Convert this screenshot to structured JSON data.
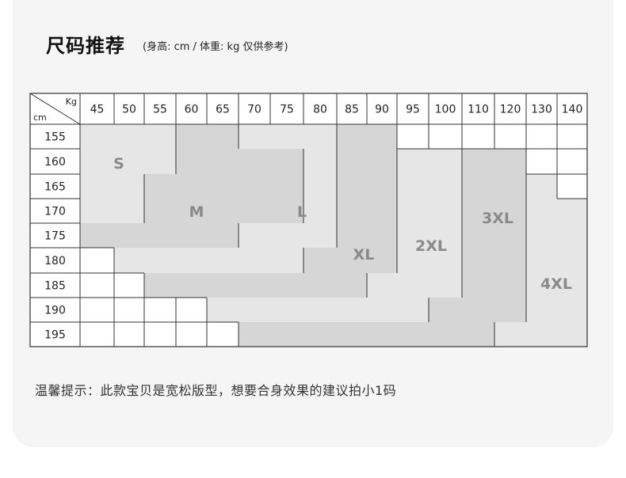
{
  "header": {
    "title": "尺码推荐",
    "subtitle": "(身高: cm / 体重: kg  仅供参考)"
  },
  "footer": {
    "tip": "温馨提示：此款宝贝是宽松版型，想要合身效果的建议拍小1码"
  },
  "chart_data": {
    "type": "table",
    "corner_labels": {
      "top": "Kg",
      "bottom": "cm"
    },
    "weights_kg": [
      "45",
      "50",
      "55",
      "60",
      "65",
      "70",
      "75",
      "80",
      "85",
      "90",
      "95",
      "100",
      "110",
      "120",
      "130",
      "140"
    ],
    "heights_cm": [
      "155",
      "160",
      "165",
      "170",
      "175",
      "180",
      "185",
      "190",
      "195"
    ],
    "sizes": [
      {
        "label": "S",
        "color": "#e6e6e6",
        "cells": [
          [
            0,
            0
          ],
          [
            0,
            1
          ],
          [
            0,
            2
          ],
          [
            1,
            0
          ],
          [
            1,
            1
          ],
          [
            1,
            2
          ],
          [
            2,
            0
          ],
          [
            2,
            1
          ],
          [
            3,
            0
          ],
          [
            3,
            1
          ]
        ]
      },
      {
        "label": "M",
        "color": "#d6d6d6",
        "cells": [
          [
            0,
            3
          ],
          [
            0,
            4
          ],
          [
            1,
            3
          ],
          [
            1,
            4
          ],
          [
            1,
            5
          ],
          [
            1,
            6
          ],
          [
            2,
            2
          ],
          [
            2,
            3
          ],
          [
            2,
            4
          ],
          [
            2,
            5
          ],
          [
            2,
            6
          ],
          [
            3,
            2
          ],
          [
            3,
            3
          ],
          [
            3,
            4
          ],
          [
            3,
            5
          ],
          [
            3,
            6
          ],
          [
            4,
            0
          ],
          [
            4,
            1
          ],
          [
            4,
            2
          ],
          [
            4,
            3
          ],
          [
            4,
            4
          ]
        ]
      },
      {
        "label": "L",
        "color": "#e6e6e6",
        "cells": [
          [
            0,
            5
          ],
          [
            0,
            6
          ],
          [
            0,
            7
          ],
          [
            1,
            7
          ],
          [
            2,
            7
          ],
          [
            3,
            7
          ],
          [
            4,
            5
          ],
          [
            4,
            6
          ],
          [
            4,
            7
          ],
          [
            5,
            1
          ],
          [
            5,
            2
          ],
          [
            5,
            3
          ],
          [
            5,
            4
          ],
          [
            5,
            5
          ],
          [
            5,
            6
          ]
        ]
      },
      {
        "label": "XL",
        "color": "#d6d6d6",
        "cells": [
          [
            0,
            8
          ],
          [
            0,
            9
          ],
          [
            1,
            8
          ],
          [
            1,
            9
          ],
          [
            2,
            8
          ],
          [
            2,
            9
          ],
          [
            3,
            8
          ],
          [
            3,
            9
          ],
          [
            4,
            8
          ],
          [
            4,
            9
          ],
          [
            5,
            7
          ],
          [
            5,
            8
          ],
          [
            5,
            9
          ],
          [
            6,
            2
          ],
          [
            6,
            3
          ],
          [
            6,
            4
          ],
          [
            6,
            5
          ],
          [
            6,
            6
          ],
          [
            6,
            7
          ],
          [
            6,
            8
          ]
        ]
      },
      {
        "label": "2XL",
        "color": "#e6e6e6",
        "cells": [
          [
            1,
            10
          ],
          [
            1,
            11
          ],
          [
            2,
            10
          ],
          [
            2,
            11
          ],
          [
            3,
            10
          ],
          [
            3,
            11
          ],
          [
            4,
            10
          ],
          [
            4,
            11
          ],
          [
            5,
            10
          ],
          [
            5,
            11
          ],
          [
            6,
            9
          ],
          [
            6,
            10
          ],
          [
            6,
            11
          ],
          [
            7,
            4
          ],
          [
            7,
            5
          ],
          [
            7,
            6
          ],
          [
            7,
            7
          ],
          [
            7,
            8
          ],
          [
            7,
            9
          ],
          [
            7,
            10
          ]
        ]
      },
      {
        "label": "3XL",
        "color": "#d6d6d6",
        "cells": [
          [
            1,
            12
          ],
          [
            1,
            13
          ],
          [
            2,
            12
          ],
          [
            2,
            13
          ],
          [
            3,
            12
          ],
          [
            3,
            13
          ],
          [
            4,
            12
          ],
          [
            4,
            13
          ],
          [
            5,
            12
          ],
          [
            5,
            13
          ],
          [
            6,
            12
          ],
          [
            6,
            13
          ],
          [
            7,
            11
          ],
          [
            7,
            12
          ],
          [
            7,
            13
          ],
          [
            8,
            5
          ],
          [
            8,
            6
          ],
          [
            8,
            7
          ],
          [
            8,
            8
          ],
          [
            8,
            9
          ],
          [
            8,
            10
          ],
          [
            8,
            11
          ],
          [
            8,
            12
          ]
        ]
      },
      {
        "label": "4XL",
        "color": "#e6e6e6",
        "cells": [
          [
            2,
            14
          ],
          [
            3,
            14
          ],
          [
            3,
            15
          ],
          [
            4,
            14
          ],
          [
            4,
            15
          ],
          [
            5,
            14
          ],
          [
            5,
            15
          ],
          [
            6,
            14
          ],
          [
            6,
            15
          ],
          [
            7,
            14
          ],
          [
            7,
            15
          ],
          [
            8,
            13
          ],
          [
            8,
            14
          ],
          [
            8,
            15
          ]
        ]
      }
    ]
  }
}
